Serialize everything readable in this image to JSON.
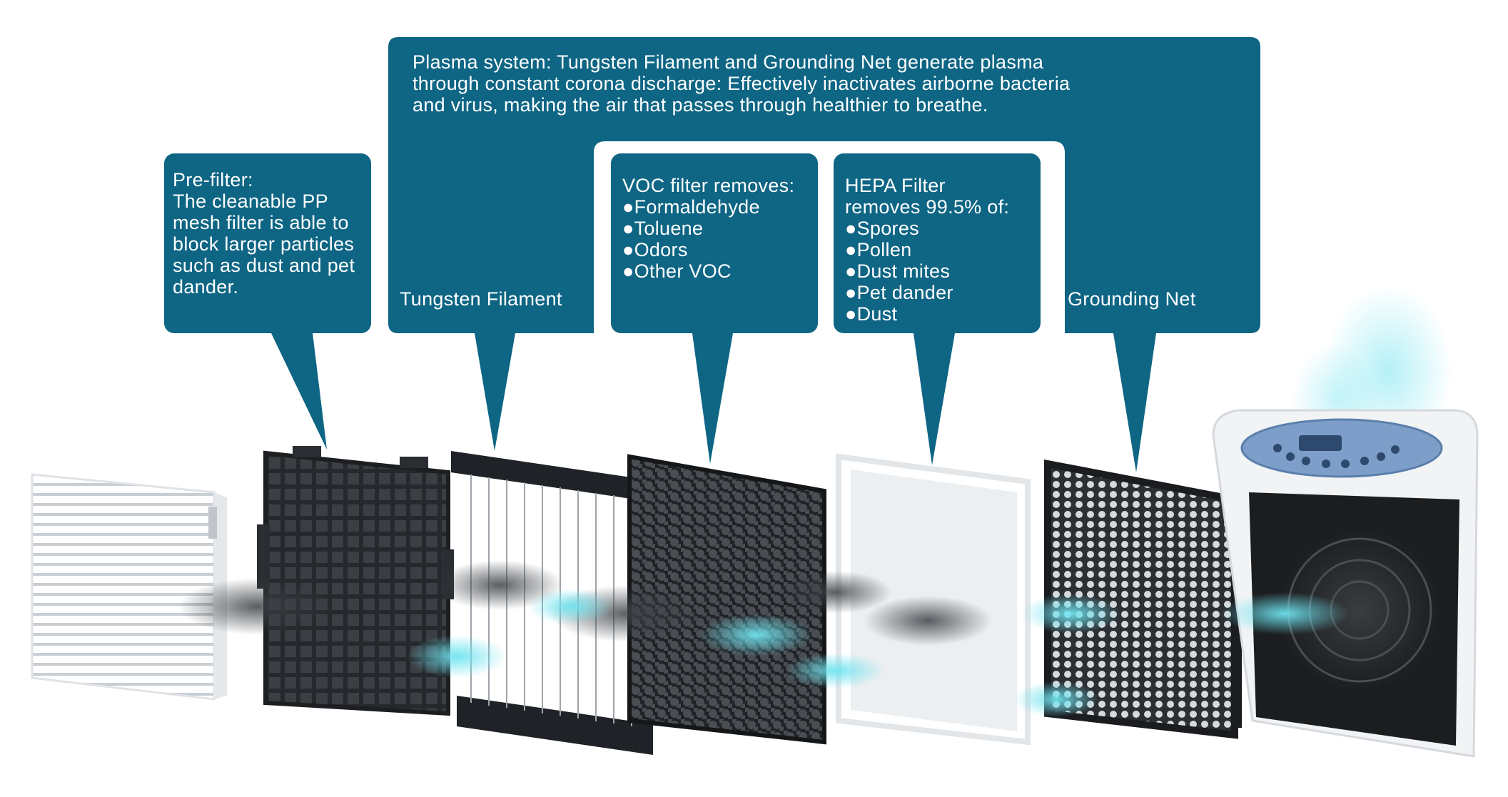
{
  "colors": {
    "callout": "#0e6584",
    "text": "#ffffff",
    "airflow_cyan": "#6fe3ef",
    "filter_dark": "#2a2d31",
    "panel_white": "#f2f4f6",
    "control_panel": "#7d9ec8"
  },
  "plasma": {
    "lines": [
      "Plasma system: Tungsten Filament and Grounding Net generate plasma",
      "through constant corona discharge: Effectively inactivates airborne bacteria",
      "and virus, making the air that passes through healthier to breathe."
    ]
  },
  "prefilter": {
    "lines": [
      "Pre-filter:",
      "The cleanable PP",
      "mesh filter is able to",
      "block larger particles",
      "such as dust and pet",
      "dander."
    ]
  },
  "tungsten": {
    "label": "Tungsten Filament"
  },
  "voc": {
    "title": "VOC filter removes:",
    "items": [
      "●Formaldehyde",
      "●Toluene",
      "●Odors",
      "●Other VOC"
    ]
  },
  "hepa": {
    "title_lines": [
      "HEPA Filter",
      "removes 99.5% of:"
    ],
    "items": [
      "●Spores",
      "●Pollen",
      "●Dust mites",
      "●Pet dander",
      "●Dust"
    ]
  },
  "grounding": {
    "label": "Grounding Net"
  },
  "components": [
    "front-grille",
    "pre-filter-panel",
    "tungsten-filament-frame",
    "voc-carbon-filter",
    "hepa-filter",
    "grounding-net",
    "purifier-unit"
  ]
}
